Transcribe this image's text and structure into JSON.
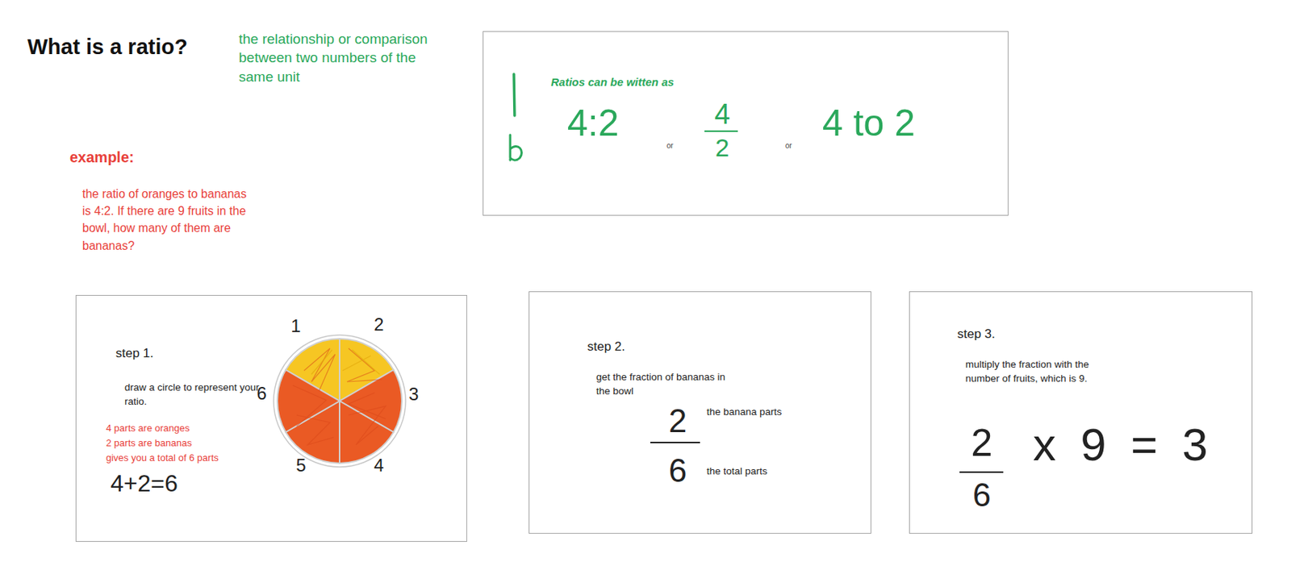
{
  "diagram": {
    "title": "What is a ratio?",
    "nodes": [
      {
        "text": [
          "Ratios can be witten as",
          "4:2",
          "or",
          "4",
          "2",
          "or",
          "4 to 2"
        ]
      },
      {
        "text": [
          "step 1.",
          "draw a circle to represent your ratio.",
          "4 parts are oranges",
          "2 parts are bananas",
          "gives you a total of 6 parts",
          "4+2=6",
          "1",
          "2",
          "3",
          "4",
          "5",
          "6"
        ]
      },
      {
        "text": [
          "step 2.",
          "get the fraction of bananas in the bowl",
          "2",
          "the banana parts",
          "6",
          "the total parts"
        ]
      },
      {
        "text": [
          "step 3.",
          "multiply the fraction with the number of fruits, which is 9.",
          "2",
          "6",
          "x 9 = 3"
        ]
      }
    ],
    "labels": [
      "the relationship or comparison between two numbers of the same unit",
      "example:",
      "the ratio of oranges to bananas is 4:2. If there are 9 fruits in the bowl, how many of them are bananas?"
    ]
  }
}
